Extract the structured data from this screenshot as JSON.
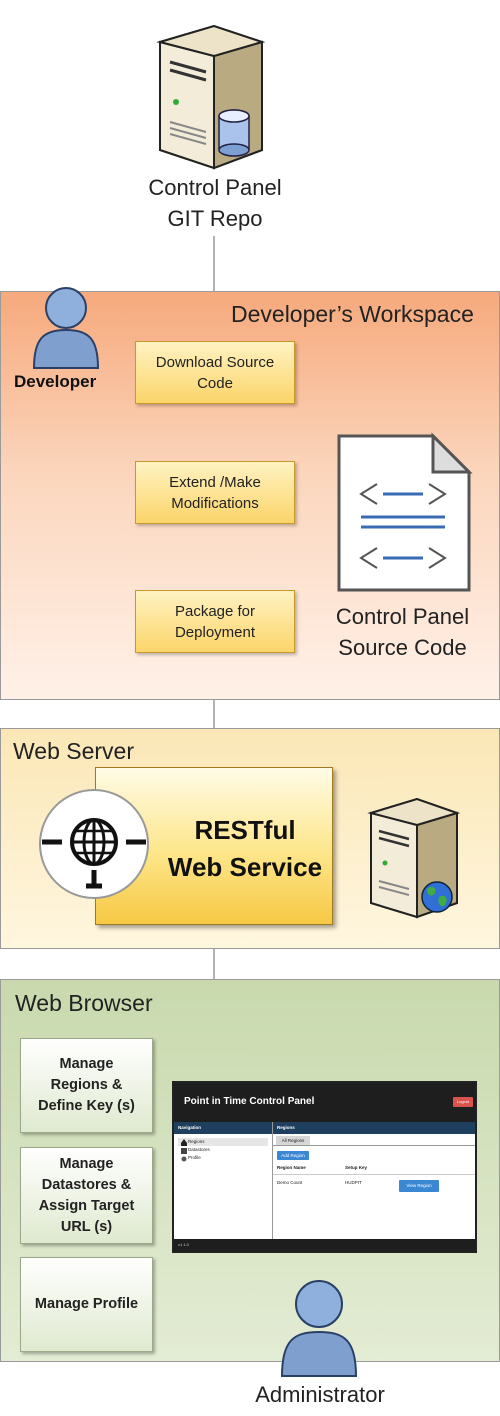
{
  "repo": {
    "label_line1": "Control Panel",
    "label_line2": "GIT Repo"
  },
  "developer_workspace": {
    "title": "Developer’s Workspace",
    "actor": "Developer",
    "steps": [
      {
        "line1": "Download Source",
        "line2": "Code"
      },
      {
        "line1": "Extend /Make",
        "line2": "Modifications"
      },
      {
        "line1": "Package for",
        "line2": "Deployment"
      }
    ],
    "source_label_line1": "Control Panel",
    "source_label_line2": "Source Code"
  },
  "web_server": {
    "title": "Web Server",
    "service_line1": "RESTful",
    "service_line2": "Web Service"
  },
  "web_browser": {
    "title": "Web Browser",
    "functions": [
      {
        "line1": "Manage",
        "line2": "Regions &",
        "line3": "Define Key (s)"
      },
      {
        "line1": "Manage",
        "line2": "Datastores &",
        "line3": "Assign Target",
        "line4": "URL (s)"
      },
      {
        "line1": "Manage Profile"
      }
    ],
    "actor": "Administrator"
  },
  "control_panel_ui": {
    "title": "Point in Time Control Panel",
    "logout": "Logout",
    "nav_header": "Navigation",
    "nav_items": [
      "Regions",
      "Datastores",
      "Profile"
    ],
    "main_header": "Regions",
    "tab": "All Regions",
    "add_button": "Add Region",
    "col_region_name": "Region Name",
    "col_setup_key": "Setup Key",
    "row_region": "Demo Count",
    "row_key": "HUDPIT",
    "view_button": "View Region",
    "footer": "v1.1.0"
  },
  "colors": {
    "dev_zone_top": "#f6a97c",
    "web_zone": "#fbe7b6",
    "browser_zone": "#c9d9ad",
    "step_fill": "#fbd56a",
    "actor_blue": "#7f9fcf",
    "cp_header": "#1e1e1e",
    "cp_nav": "#1f3f5e",
    "logout_red": "#d9534f",
    "button_blue": "#3a87d4"
  }
}
